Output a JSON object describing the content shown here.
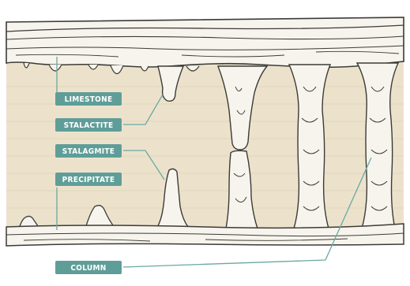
{
  "labels": {
    "limestone": "LIMESTONE",
    "stalactite": "STALACTITE",
    "stalagmite": "STALAGMITE",
    "precipitate": "PRECIPITATE",
    "column": "COLUMN"
  },
  "colors": {
    "background": "#ffffff",
    "sediment": "#ece2cc",
    "rock_line": "#3b3b36",
    "formation": "#f7f4ee",
    "label_fill": "#5f9e98",
    "leader_line": "#6aa8a2"
  }
}
